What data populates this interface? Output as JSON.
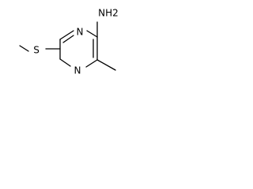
{
  "molecule": {
    "atoms": {
      "amino": "NH2",
      "ring_nitrogen_top": "N",
      "ring_nitrogen_bottom": "N",
      "sulfur": "S"
    },
    "colors": {
      "bond": "#000000",
      "label": "#000000",
      "background": "#ffffff"
    }
  }
}
